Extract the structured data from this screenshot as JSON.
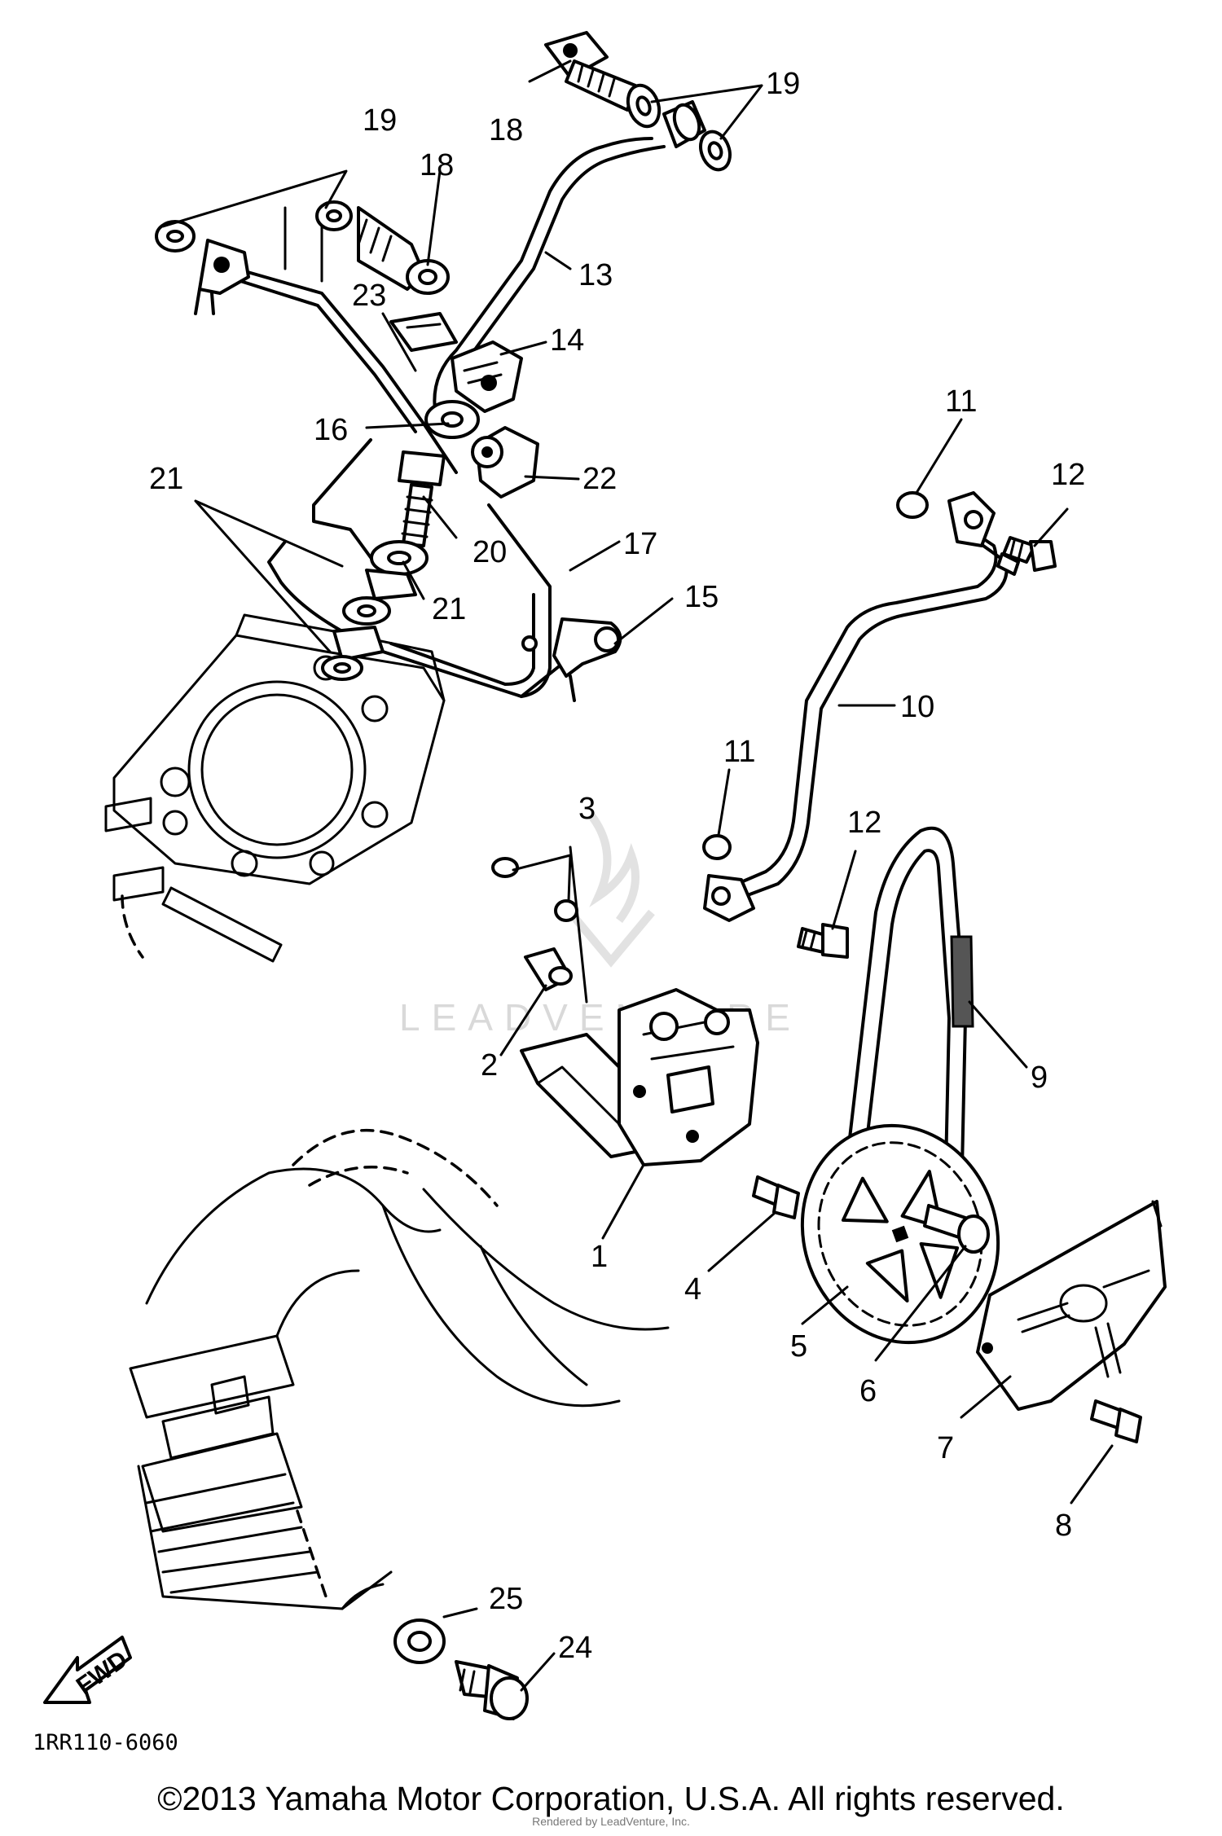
{
  "diagram": {
    "diagram_code": "1RR110-6060",
    "forward_marker": "FWD",
    "watermark": "LEADVENTURE",
    "copyright": "©2013 Yamaha Motor Corporation, U.S.A. All rights reserved.",
    "rendered_by": "Rendered by LeadVenture, Inc.",
    "callouts": {
      "c1": "1",
      "c2": "2",
      "c3": "3",
      "c4": "4",
      "c5": "5",
      "c6": "6",
      "c7": "7",
      "c8": "8",
      "c9": "9",
      "c10": "10",
      "c11a": "11",
      "c11b": "11",
      "c12a": "12",
      "c12b": "12",
      "c13": "13",
      "c14": "14",
      "c15": "15",
      "c16": "16",
      "c17": "17",
      "c18a": "18",
      "c18b": "18",
      "c19a": "19",
      "c19b": "19",
      "c20": "20",
      "c21a": "21",
      "c21b": "21",
      "c22": "22",
      "c23": "23",
      "c24": "24",
      "c25": "25"
    }
  }
}
